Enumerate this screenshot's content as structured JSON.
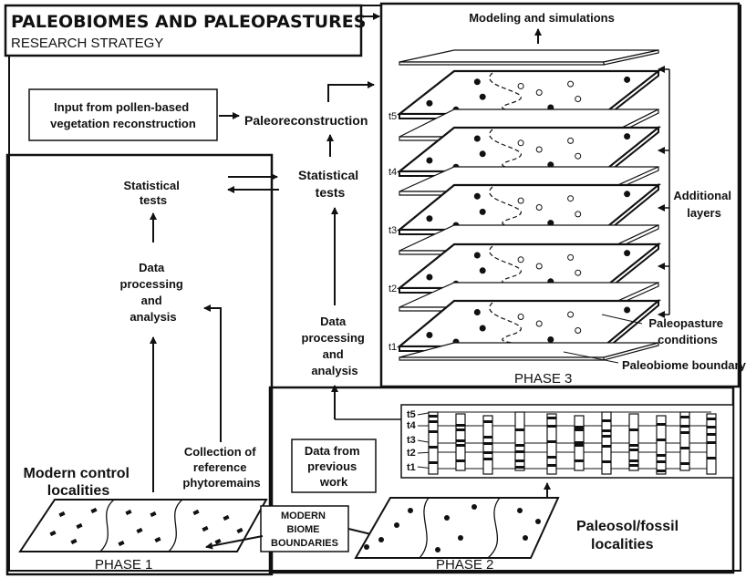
{
  "header": {
    "title": "PALEOBIOMES AND PALEOPASTURES",
    "subtitle": "RESEARCH STRATEGY"
  },
  "phase1": {
    "label": "PHASE 1",
    "statistical_tests": [
      "Statistical",
      "tests"
    ],
    "data_processing": [
      "Data",
      "processing",
      "and",
      "analysis"
    ],
    "collection": [
      "Collection of",
      "reference",
      "phytoremains"
    ],
    "modern_control": [
      "Modern control",
      "localities"
    ]
  },
  "center": {
    "input_pollen": [
      "Input from pollen-based",
      "vegetation reconstruction"
    ],
    "paleoreconstruction": "Paleoreconstruction",
    "statistical_tests": [
      "Statistical",
      "tests"
    ],
    "data_processing": [
      "Data",
      "processing",
      "and",
      "analysis"
    ],
    "data_previous": [
      "Data from",
      "previous",
      "work"
    ],
    "modern_biome": [
      "MODERN",
      "BIOME",
      "BOUNDARIES"
    ]
  },
  "phase2": {
    "label": "PHASE 2",
    "paleosol": [
      "Paleosol/fossil",
      "localities"
    ],
    "time_labels": [
      "t5",
      "t4",
      "t3",
      "t2",
      "t1"
    ]
  },
  "phase3": {
    "label": "PHASE 3",
    "modeling": "Modeling and simulations",
    "additional_layers": [
      "Additional",
      "layers"
    ],
    "paleopasture": [
      "Paleopasture",
      "conditions"
    ],
    "paleobiome_boundary": "Paleobiome boundary",
    "time_labels": [
      "t5",
      "t4",
      "t3",
      "t2",
      "t1"
    ]
  }
}
